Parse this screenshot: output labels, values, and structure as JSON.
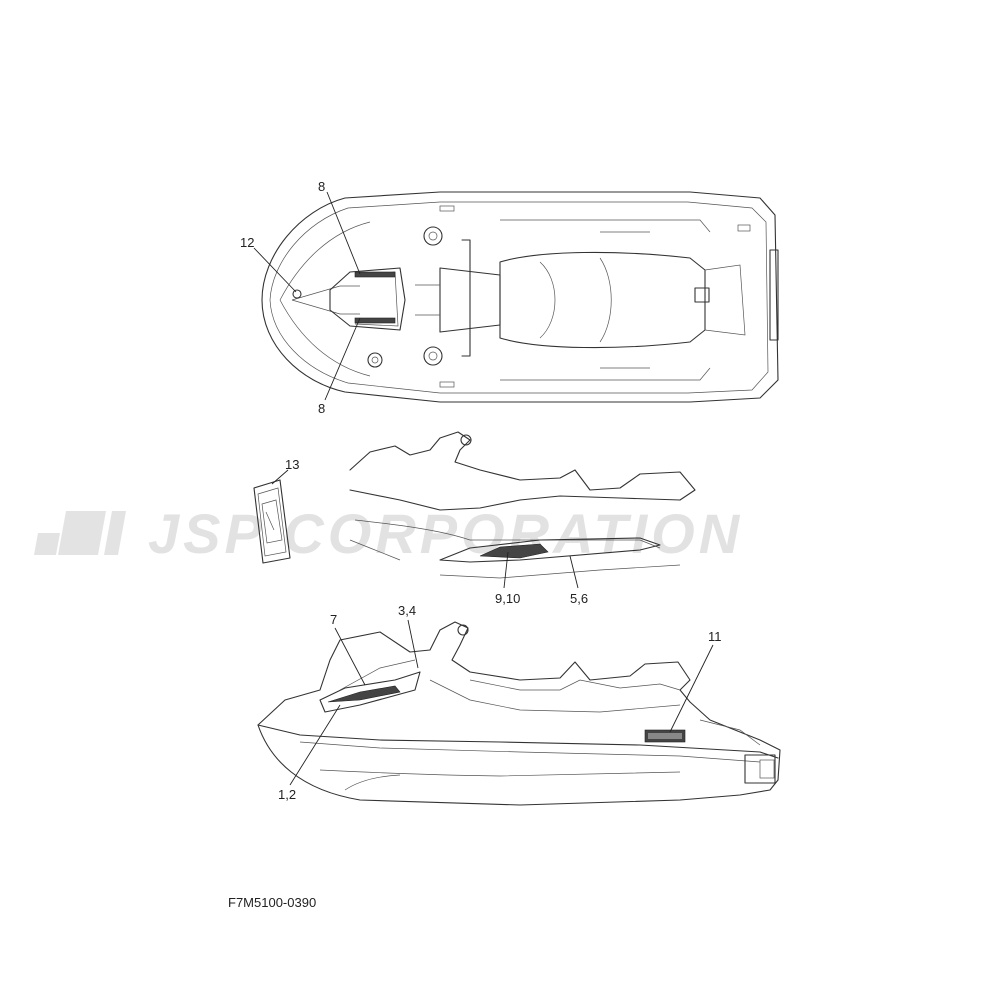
{
  "diagram": {
    "code": "F7M5100-0390",
    "watermark": "JSP CORPORATION",
    "callouts": {
      "top_8_upper": "8",
      "top_12": "12",
      "top_8_lower": "8",
      "mid_13": "13",
      "mid_9_10": "9,10",
      "mid_5_6": "5,6",
      "bot_7": "7",
      "bot_3_4": "3,4",
      "bot_11": "11",
      "bot_1_2": "1,2"
    }
  }
}
